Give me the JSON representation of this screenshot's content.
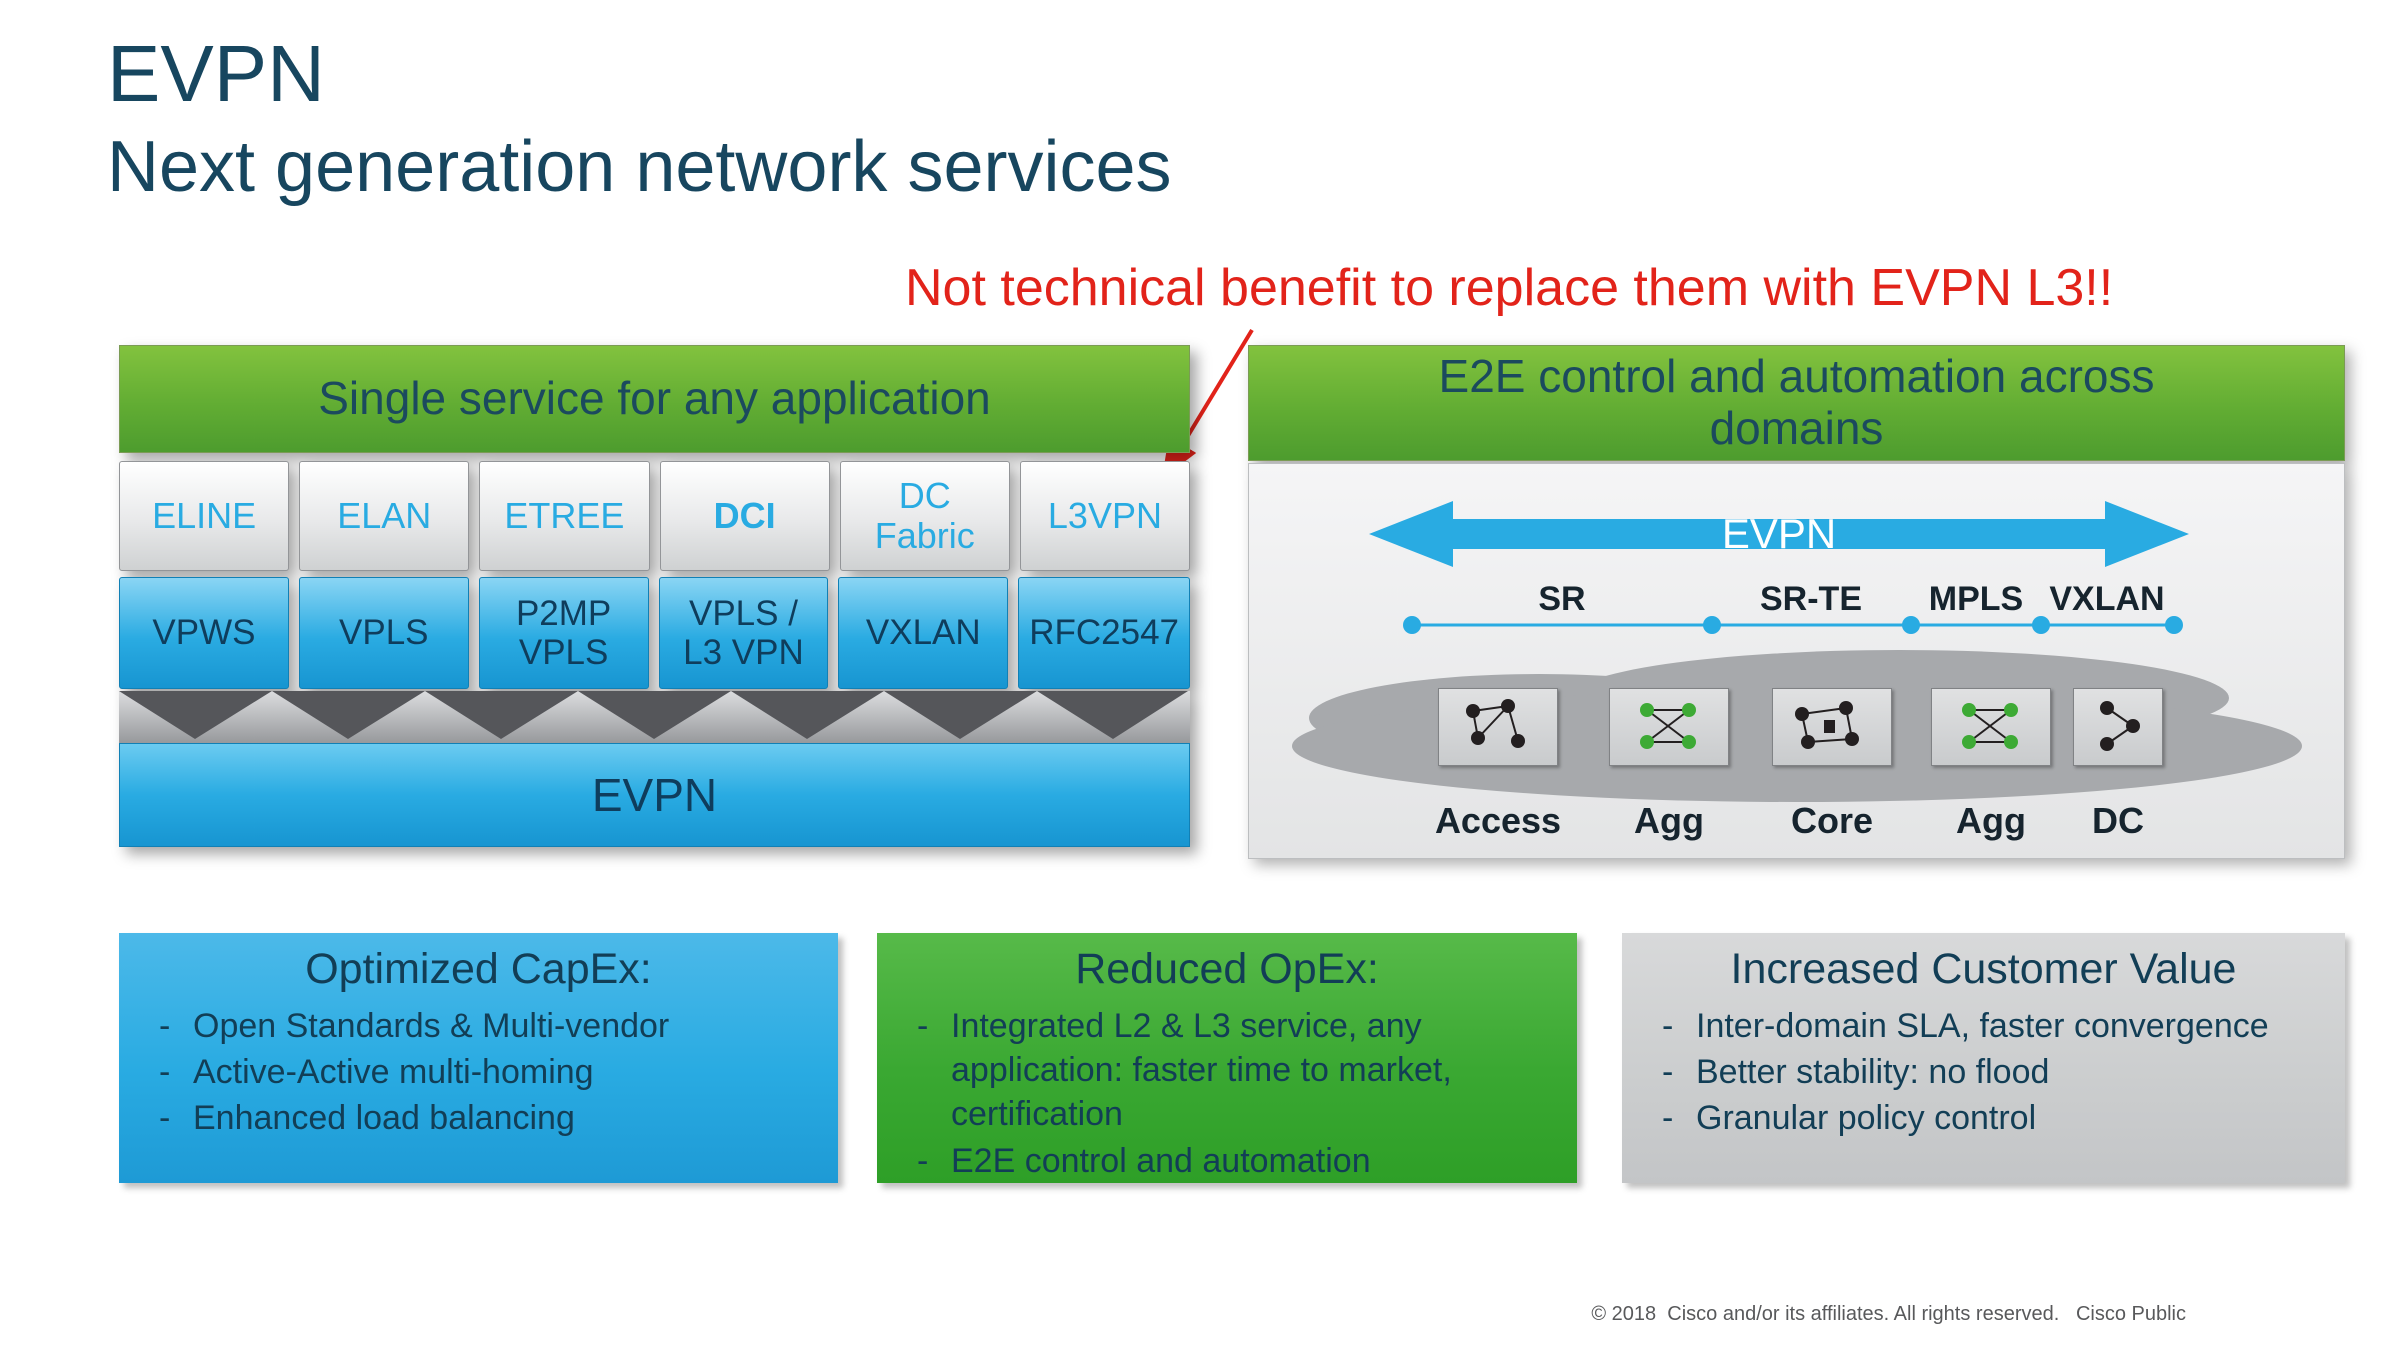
{
  "title": "EVPN",
  "subtitle": "Next generation network services",
  "annotation": "Not technical benefit to replace them with EVPN L3!!",
  "colors": {
    "brand_red": "#e2231a",
    "brand_blue": "#29abe2",
    "green": "#4d9c2e",
    "navy": "#17465f",
    "cloud_gray": "#a7a9ac"
  },
  "left_panel": {
    "header": "Single service for any application",
    "services": [
      "ELINE",
      "ELAN",
      "ETREE",
      "DCI",
      "DC Fabric",
      "L3VPN"
    ],
    "technologies": [
      "VPWS",
      "VPLS",
      "P2MP VPLS",
      "VPLS / L3 VPN",
      "VXLAN",
      "RFC2547"
    ],
    "base": "EVPN"
  },
  "right_panel": {
    "header": "E2E control and automation across domains",
    "arrow_label": "EVPN",
    "segment_labels": [
      "SR",
      "SR-TE",
      "MPLS",
      "VXLAN"
    ],
    "domain_labels": [
      "Access",
      "Agg",
      "Core",
      "Agg",
      "DC"
    ]
  },
  "benefit_boxes": [
    {
      "title": "Optimized CapEx:",
      "bullets": [
        "Open Standards & Multi-vendor",
        "Active-Active multi-homing",
        "Enhanced load balancing"
      ]
    },
    {
      "title": "Reduced OpEx:",
      "bullets": [
        "Integrated L2 & L3 service, any application: faster time to market, certification",
        "E2E control and automation"
      ]
    },
    {
      "title": "Increased Customer Value",
      "bullets": [
        "Inter-domain SLA, faster convergence",
        "Better stability: no flood",
        "Granular policy control"
      ]
    }
  ],
  "footer": "© 2018  Cisco and/or its affiliates. All rights reserved.   Cisco Public"
}
